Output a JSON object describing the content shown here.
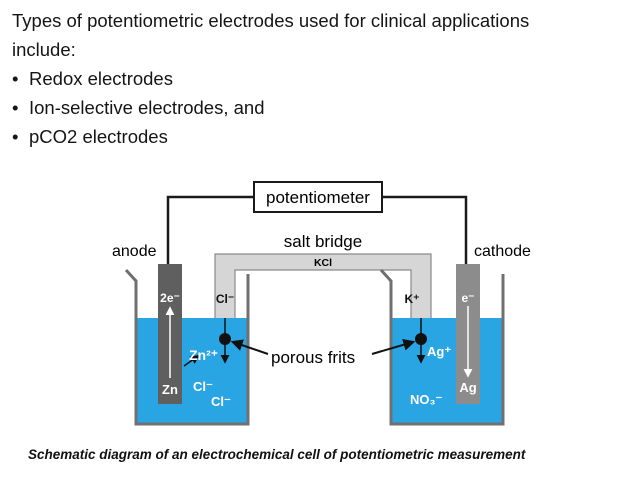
{
  "intro": {
    "line1": "Types of potentiometric electrodes used for clinical applications",
    "line2": "include:",
    "bullets": [
      "Redox electrodes",
      "Ion-selective electrodes, and",
      "pCO2 electrodes"
    ]
  },
  "diagram": {
    "potentiometer": "potentiometer",
    "salt_bridge": "salt bridge",
    "kcl": "KCl",
    "anode": "anode",
    "cathode": "cathode",
    "porous_frits": "porous frits",
    "left_electrode_label": "2e⁻",
    "left_electrode_metal": "Zn",
    "left_bridge_ion": "Cl⁻",
    "zinc_ion": "Zn²⁺",
    "chloride_1": "Cl⁻",
    "chloride_2": "Cl⁻",
    "right_bridge_ion": "K⁺",
    "silver_ion": "Ag⁺",
    "right_electrode_label": "e⁻",
    "right_electrode_metal": "Ag",
    "nitrate": "NO₃⁻",
    "colors": {
      "solution": "#2aa5e3",
      "bridge": "#d6d6d6",
      "zinc_rod": "#5f5f5f",
      "silver_rod": "#8c8c8c",
      "wire": "#1a1a1a"
    }
  },
  "caption": "Schematic diagram of an electrochemical cell of potentiometric measurement"
}
